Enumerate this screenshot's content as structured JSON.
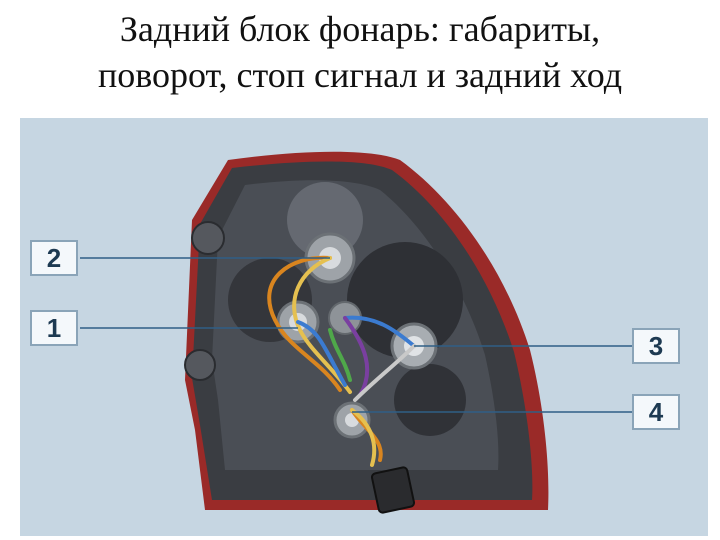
{
  "title": {
    "line1": "Задний блок фонарь: габариты,",
    "line2": "поворот, стоп сигнал и задний ход"
  },
  "callouts": [
    {
      "label": "2"
    },
    {
      "label": "1"
    },
    {
      "label": "3"
    },
    {
      "label": "4"
    }
  ],
  "colors": {
    "panel_background": "#c6d6e2",
    "callout_border": "#8aa4b8",
    "leader_line": "#2f5f86",
    "housing_edge": "#b02a2a"
  }
}
